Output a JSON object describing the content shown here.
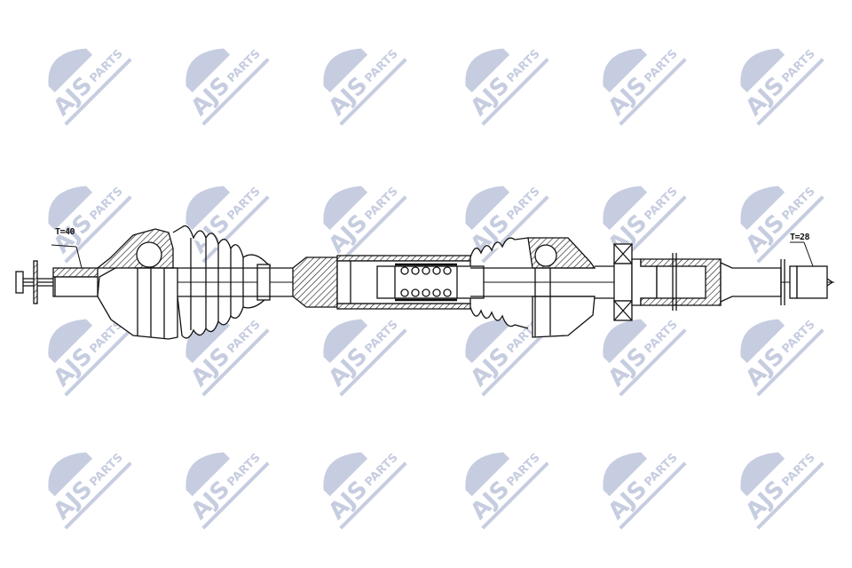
{
  "watermark": {
    "brand_text": "AJS",
    "sub_text": "PARTS",
    "color": "#c7cde0",
    "columns_x": [
      90,
      245,
      400,
      560,
      715,
      870
    ],
    "rows_y": [
      90,
      245,
      395,
      545
    ]
  },
  "diagram": {
    "subject": "drive shaft (CV axle) technical drawing",
    "labels": {
      "left_spline": "T=40",
      "right_spline": "T=28"
    },
    "line_color": "#111111",
    "background": "#ffffff"
  }
}
